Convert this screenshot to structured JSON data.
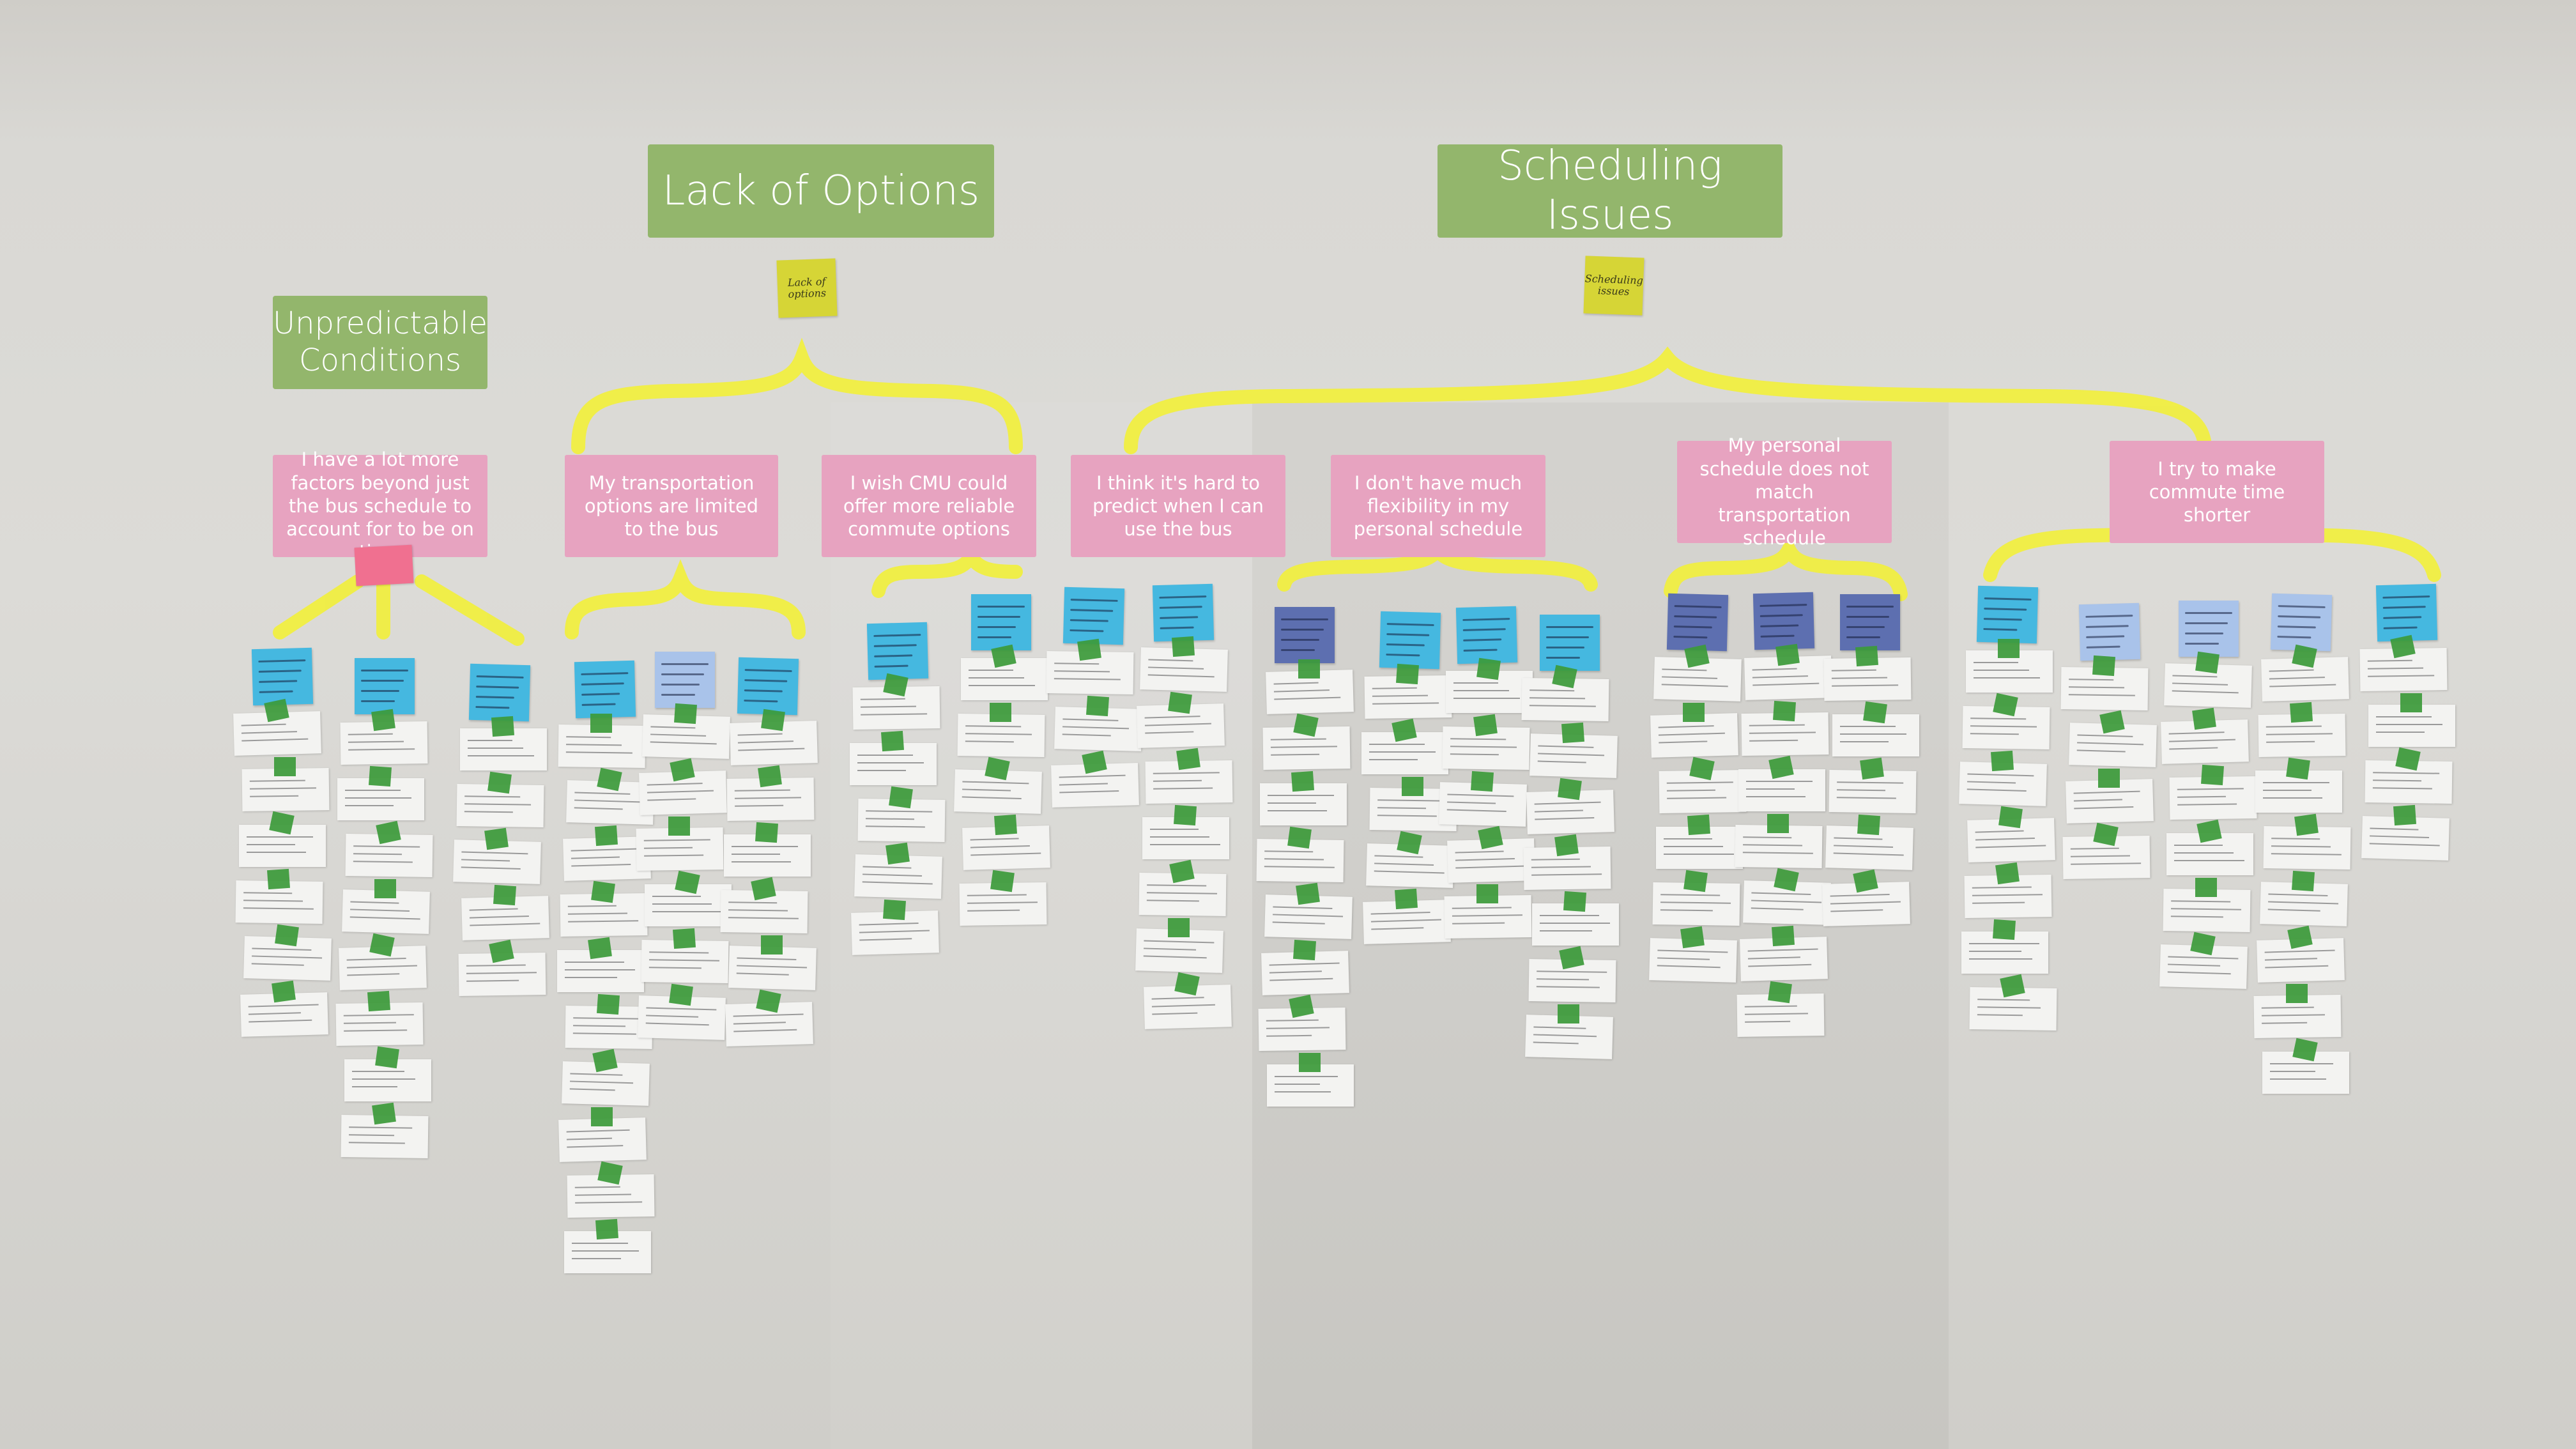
{
  "headers": {
    "unpredictable": "Unpredictable\nConditions",
    "lack_of_options": "Lack of Options",
    "scheduling_issues": "Scheduling Issues"
  },
  "stickies": {
    "lack_of_options": "Lack of\noptions",
    "scheduling_issues": "Scheduling\nissues"
  },
  "insights": [
    "I have a lot more factors beyond just the bus schedule to account for to be on time",
    "My transportation options are limited to the bus",
    "I wish CMU could offer more reliable commute options",
    "I think it's hard to predict when I can use the bus",
    "I don't have much flexibility in my personal schedule",
    "My personal schedule does not match transportation schedule",
    "I try to make commute time shorter"
  ],
  "colors": {
    "header_green": "#93b66c",
    "insight_pink": "#e7a3c0",
    "brace_yellow": "#f2f03a",
    "sticky_blue": "#45b8e0",
    "tape_green": "#3c9a3a"
  }
}
